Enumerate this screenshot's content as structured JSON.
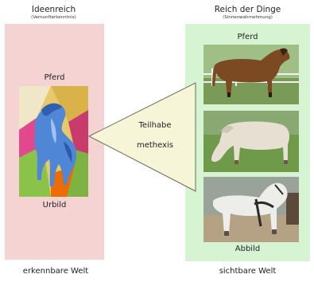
{
  "left": {
    "title": "Ideenreich",
    "subtitle": "(Vernunfterkenntnis)",
    "top_label": "Pferd",
    "bottom_label": "Urbild",
    "footer": "erkennbare Welt"
  },
  "middle": {
    "line1": "Teilhabe",
    "line2": "methexis"
  },
  "right": {
    "title": "Reich der Dinge",
    "subtitle": "(Sinnenwahrnehmung)",
    "top_label": "Pferd",
    "bottom_label": "Abbild",
    "footer": "sichtbare Welt"
  },
  "colors": {
    "left_panel": "#f6d3d3",
    "right_panel": "#d6f4d2",
    "triangle": "#f7f5d8"
  }
}
